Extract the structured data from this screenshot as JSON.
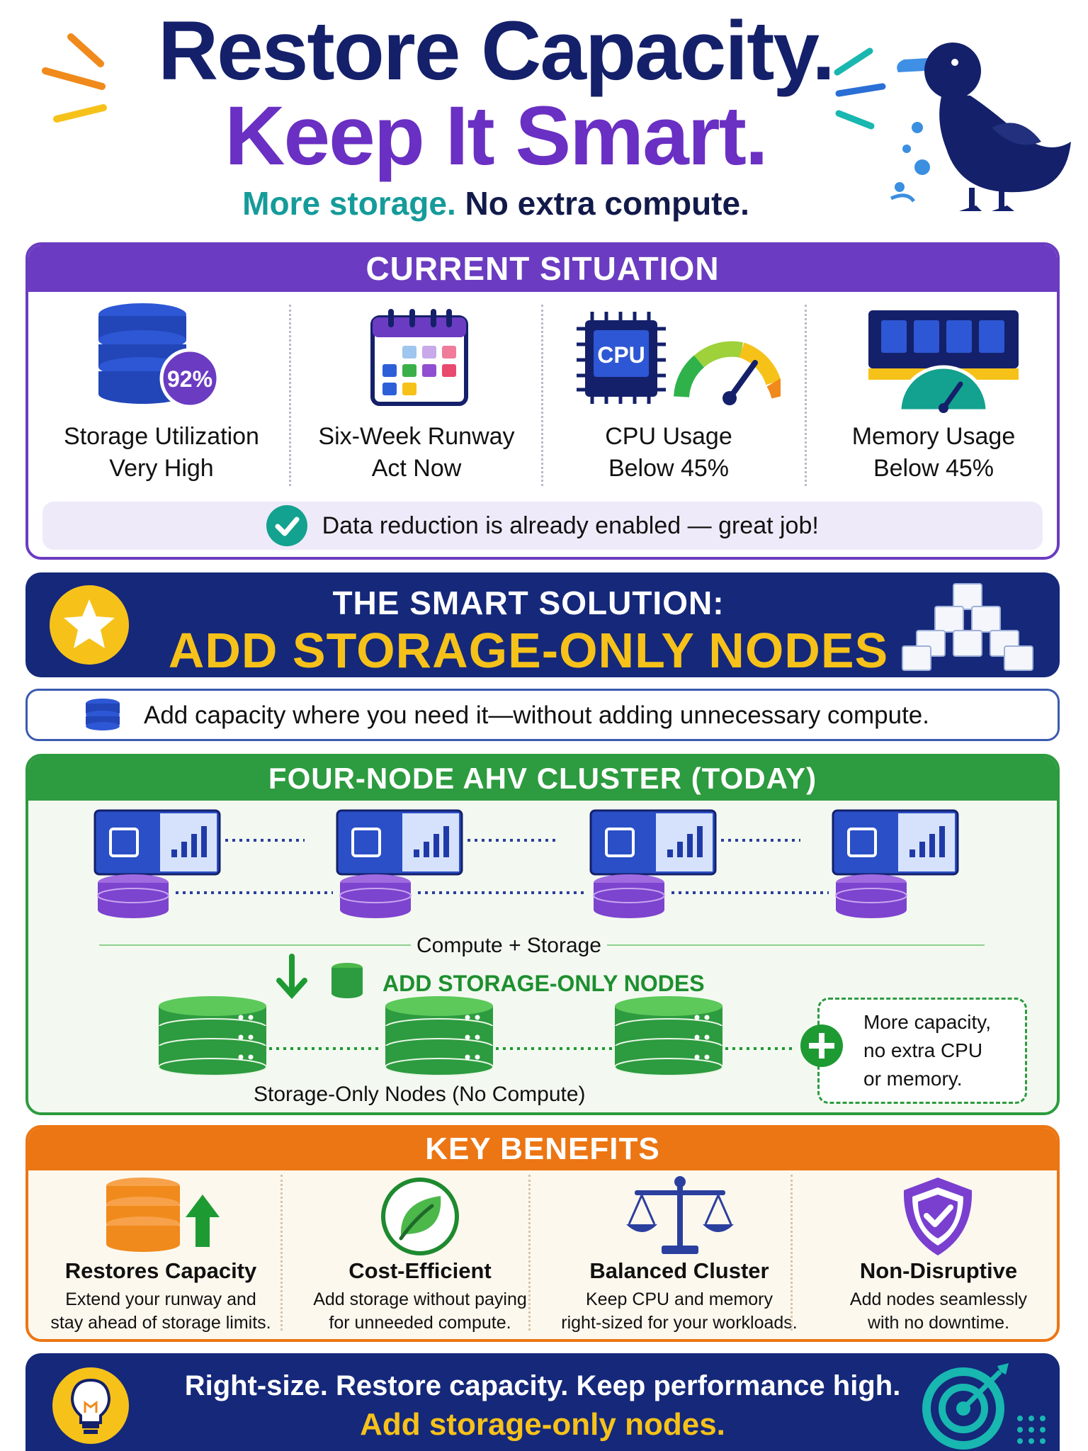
{
  "header": {
    "title_line1": "Restore Capacity.",
    "title_line2": "Keep It Smart.",
    "tagline_a": "More storage.",
    "tagline_b": "No extra compute."
  },
  "situation": {
    "heading": "CURRENT SITUATION",
    "items": [
      {
        "line1": "Storage Utilization",
        "line2": "Very High",
        "badge": "92%",
        "icon": "database-icon"
      },
      {
        "line1": "Six-Week Runway",
        "line2": "Act Now",
        "icon": "calendar-icon"
      },
      {
        "line1": "CPU Usage",
        "line2": "Below 45%",
        "badge": "CPU",
        "icon": "cpu-gauge-icon"
      },
      {
        "line1": "Memory Usage",
        "line2": "Below 45%",
        "icon": "memory-gauge-icon"
      }
    ],
    "note": "Data reduction is already enabled — great job!"
  },
  "solution": {
    "line1": "THE SMART SOLUTION:",
    "line2": "ADD STORAGE-ONLY NODES",
    "subtext": "Add capacity where you need it—without adding unnecessary compute."
  },
  "cluster": {
    "heading": "FOUR-NODE AHV CLUSTER (TODAY)",
    "compute_storage_label": "Compute + Storage",
    "add_label": "ADD STORAGE-ONLY NODES",
    "storage_only_label": "Storage-Only Nodes (No Compute)",
    "callout": [
      "More capacity,",
      "no extra CPU",
      "or memory."
    ]
  },
  "benefits": {
    "heading": "KEY BENEFITS",
    "items": [
      {
        "title": "Restores Capacity",
        "desc1": "Extend your runway and",
        "desc2": "stay ahead of storage limits."
      },
      {
        "title": "Cost-Efficient",
        "desc1": "Add storage without paying",
        "desc2": "for unneeded compute."
      },
      {
        "title": "Balanced Cluster",
        "desc1": "Keep CPU and memory",
        "desc2": "right-sized for your workloads."
      },
      {
        "title": "Non-Disruptive",
        "desc1": "Add nodes seamlessly",
        "desc2": "with no downtime."
      }
    ]
  },
  "footer": {
    "line1": "Right-size. Restore capacity. Keep performance high.",
    "line2": "Add storage-only nodes."
  },
  "colors": {
    "navy": "#15287a",
    "purple": "#6b3cc1",
    "teal": "#159b9a",
    "green": "#2d9b3f",
    "orange": "#ec7614",
    "yellow": "#f6c21a"
  }
}
